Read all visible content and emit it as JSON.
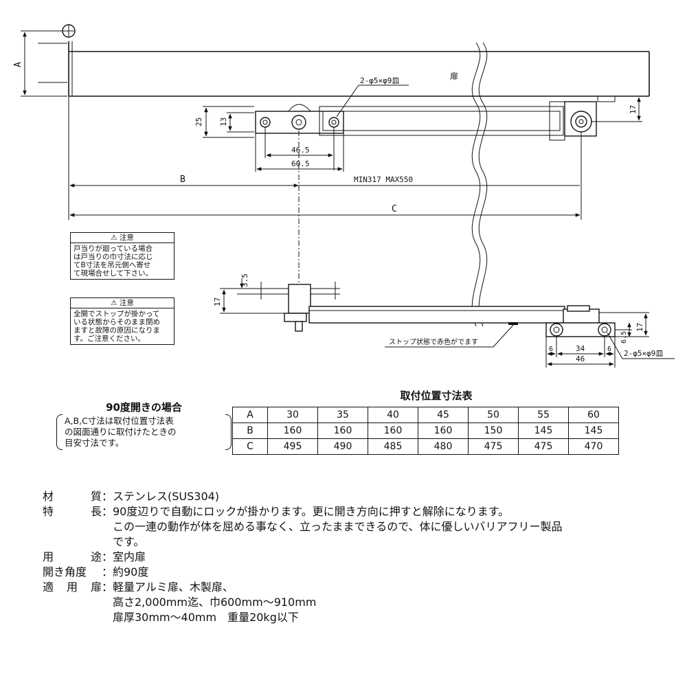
{
  "drawing": {
    "door_label": "扉",
    "dim_A": "A",
    "dim_B": "B",
    "dim_C": "C",
    "dim_range": "MIN317  MAX550",
    "hole_spec_top": "2-φ5×φ9皿",
    "hole_spec_bottom": "2-φ5×φ9皿",
    "dim_25": "25",
    "dim_13": "13",
    "dim_46_5": "46.5",
    "dim_60_5": "60.5",
    "dim_17_top": "17",
    "dim_3_5": "3.5",
    "dim_17_left": "17",
    "dim_17_right": "17",
    "dim_6_5": "6.5",
    "dim_6_left": "6",
    "dim_34": "34",
    "dim_6_right": "6",
    "dim_46": "46",
    "stop_note": "ストップ状態で赤色がでます"
  },
  "notes": [
    {
      "header": "⚠ 注意",
      "lines": [
        "戸当りが廻っている場合",
        "は戸当りの巾寸法に応じ",
        "てB寸法を吊元側へ寄せ",
        "て現場合せして下さい。"
      ]
    },
    {
      "header": "⚠ 注意",
      "lines": [
        "全開でストップが掛かって",
        "いる状態からそのまま閉め",
        "ますと故障の原因になりま",
        "す。ご注意ください。"
      ]
    }
  ],
  "ninety": {
    "title": "90度開きの場合",
    "lines": [
      "A,B,C寸法は取付位置寸法表",
      "の図面通りに取付けたときの",
      "目安寸法です。"
    ]
  },
  "table": {
    "title": "取付位置寸法表",
    "rows": [
      {
        "head": "A",
        "values": [
          "30",
          "35",
          "40",
          "45",
          "50",
          "55",
          "60"
        ]
      },
      {
        "head": "B",
        "values": [
          "160",
          "160",
          "160",
          "160",
          "150",
          "145",
          "145"
        ]
      },
      {
        "head": "C",
        "values": [
          "495",
          "490",
          "485",
          "480",
          "475",
          "475",
          "470"
        ]
      }
    ]
  },
  "specs": [
    {
      "label": "材質",
      "sep": "：",
      "lines": [
        "ステンレス(SUS304)"
      ]
    },
    {
      "label": "特長",
      "sep": "：",
      "lines": [
        "90度辺りで自動にロックが掛かります。更に開き方向に押すと解除になります。",
        "この一連の動作が体を屈める事なく、立ったままできるので、体に優しいバリアフリー製品",
        "です。"
      ]
    },
    {
      "label": "用途",
      "sep": "：",
      "lines": [
        "室内扉"
      ]
    },
    {
      "label": "開き角度",
      "sep": "：",
      "lines": [
        "約90度"
      ]
    },
    {
      "label": "適用扉",
      "sep": "：",
      "lines": [
        "軽量アルミ扉、木製扉、",
        "高さ2,000mm迄、巾600mm〜910mm",
        "扉厚30mm〜40mm　重量20kg以下"
      ]
    }
  ]
}
